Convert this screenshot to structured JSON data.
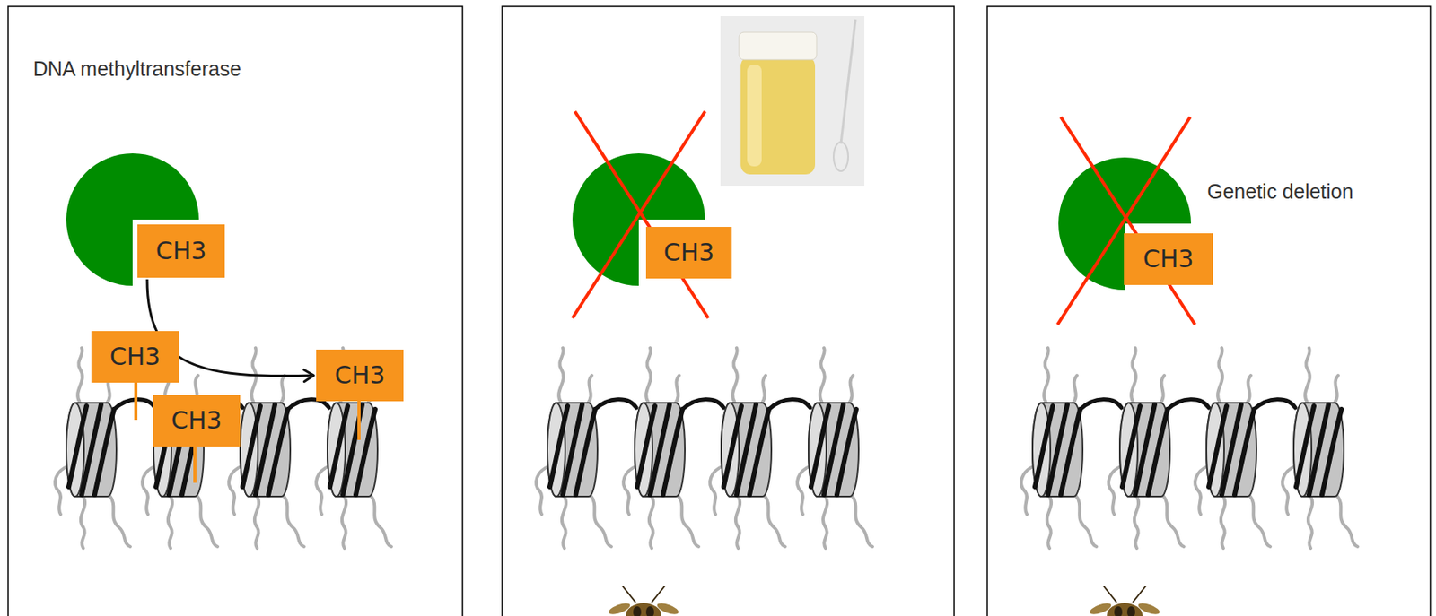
{
  "diagram": {
    "nodes": [
      {
        "text": [
          "CH3"
        ]
      },
      {
        "text": [
          "CH3"
        ]
      },
      {
        "text": [
          "CH3"
        ]
      },
      {
        "text": [
          "CH3"
        ]
      },
      {
        "text": [
          "CH3"
        ]
      },
      {
        "text": [
          "CH3"
        ]
      }
    ],
    "edges": [
      {
        "from": 0,
        "to": 2,
        "arrow": "to"
      }
    ],
    "labels": [
      "DNA methyltransferase",
      "Genetic deletion"
    ]
  }
}
